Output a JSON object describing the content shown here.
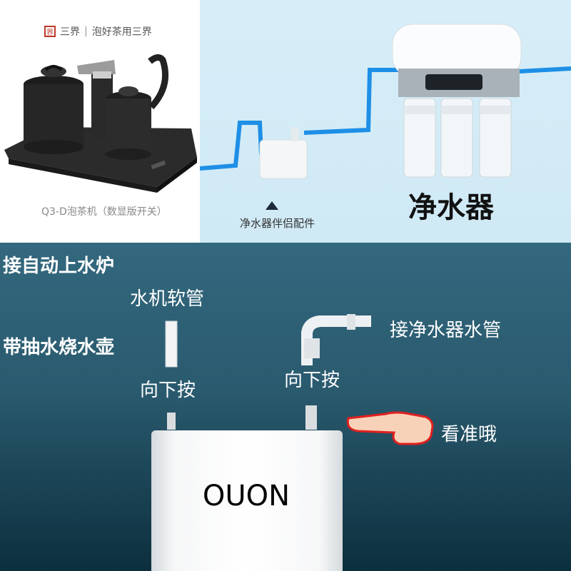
{
  "top_left": {
    "brand_name": "三界",
    "brand_slogan": "泡好茶用三界",
    "brand_logo_char": "界",
    "product_name": "Q3-D泡茶机（数显版开关）"
  },
  "top_right": {
    "companion_caption": "净水器伴侣配件",
    "purifier_title": "净水器"
  },
  "bottom": {
    "hot_kettle_label": "接自动上水炉",
    "soft_hose_label": "水机软管",
    "pump_kettle_label": "带抽水烧水壶",
    "press_down_left": "向下按",
    "press_down_right": "向下按",
    "purifier_pipe_label": "接净水器水管",
    "look_here_label": "看准哦",
    "box_brand": "OUON"
  },
  "colors": {
    "pipe_blue": "#1e8fe6",
    "pointer_red": "#e02020",
    "bottom_bg": "#2a5a6e"
  }
}
